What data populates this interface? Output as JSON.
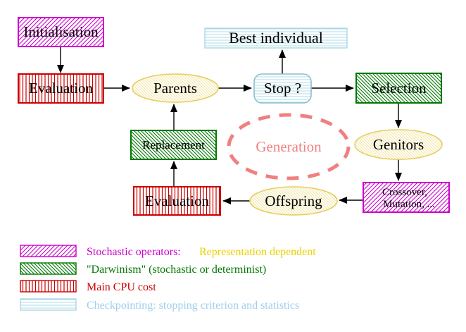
{
  "title": "Evolutionary algorithm generation loop diagram",
  "nodes": {
    "initialisation": {
      "label": "Initialisation",
      "style": "stochastic-operator"
    },
    "evaluation_top": {
      "label": "Evaluation",
      "style": "main-cpu-cost"
    },
    "parents": {
      "label": "Parents",
      "style": "population"
    },
    "stop": {
      "label": "Stop ?",
      "style": "checkpointing"
    },
    "best_individual": {
      "label": "Best individual",
      "style": "checkpointing"
    },
    "selection": {
      "label": "Selection",
      "style": "darwinism"
    },
    "genitors": {
      "label": "Genitors",
      "style": "population"
    },
    "crossover_mutation": {
      "line1": "Crossover,",
      "line2": "Mutation, ...",
      "style": "stochastic-operator"
    },
    "offspring": {
      "label": "Offspring",
      "style": "population"
    },
    "evaluation_bottom": {
      "label": "Evaluation",
      "style": "main-cpu-cost"
    },
    "replacement": {
      "label": "Replacement",
      "style": "darwinism"
    },
    "generation": {
      "label": "Generation",
      "style": "generation-loop"
    }
  },
  "edges": [
    "initialisation->evaluation_top",
    "evaluation_top->parents",
    "parents->stop",
    "stop->best_individual",
    "stop->selection",
    "selection->genitors",
    "genitors->crossover_mutation",
    "crossover_mutation->offspring",
    "offspring->evaluation_bottom",
    "evaluation_bottom->replacement",
    "replacement->parents"
  ],
  "legend": {
    "rows": [
      {
        "swatch": "magenta-hatch",
        "text1": "Stochastic operators:",
        "text2": "Representation dependent"
      },
      {
        "swatch": "green-hatch",
        "text": "\"Darwinism\" (stochastic or determinist)"
      },
      {
        "swatch": "red-vertical-stripes",
        "text": "Main CPU cost"
      },
      {
        "swatch": "cyan-horizontal-stripes",
        "text": "Checkpointing: stopping criterion and statistics"
      }
    ]
  },
  "colors": {
    "magenta": "#CC00CC",
    "red": "#CC0000",
    "green": "#007700",
    "cyan_border": "#8CBDD1",
    "cyan_stripe": "#B5DEEB",
    "cyan_text": "#9FCFEA",
    "yellow_border": "#E5CF5E",
    "yellow_hatch": "#F2E5A2",
    "yellow_text": "#EDD100",
    "salmon": "#F08080",
    "black": "#000000"
  }
}
